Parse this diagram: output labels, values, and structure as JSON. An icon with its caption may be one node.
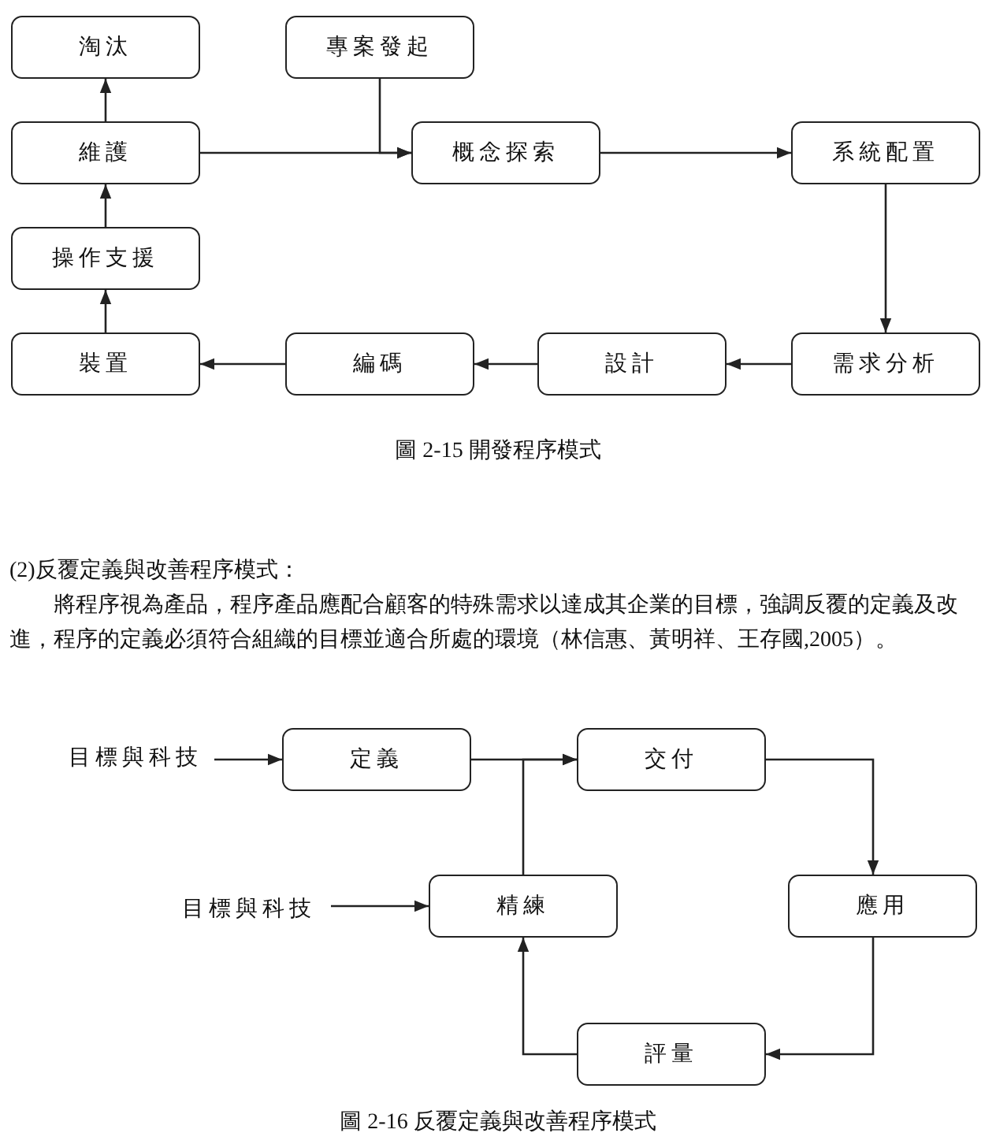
{
  "diagram": {
    "nodes": [
      {
        "text": [
          "淘汰"
        ]
      },
      {
        "text": [
          "專案發起"
        ]
      },
      {
        "text": [
          "維護"
        ]
      },
      {
        "text": [
          "概念探索"
        ]
      },
      {
        "text": [
          "系統配置"
        ]
      },
      {
        "text": [
          "操作支援"
        ]
      },
      {
        "text": [
          "裝置"
        ]
      },
      {
        "text": [
          "編碼"
        ]
      },
      {
        "text": [
          "設計"
        ]
      },
      {
        "text": [
          "需求分析"
        ]
      },
      {
        "text": [
          "目標與科技"
        ]
      },
      {
        "text": [
          "定義"
        ]
      },
      {
        "text": [
          "交付"
        ]
      },
      {
        "text": [
          "目標與科技"
        ]
      },
      {
        "text": [
          "精練"
        ]
      },
      {
        "text": [
          "應用"
        ]
      },
      {
        "text": [
          "評量"
        ]
      }
    ],
    "edges": [
      {
        "from": 2,
        "to": 0,
        "arrow": "to"
      },
      {
        "from": 1,
        "to": 3,
        "arrow": "to"
      },
      {
        "from": 2,
        "to": 3,
        "arrow": "to"
      },
      {
        "from": 3,
        "to": 4,
        "arrow": "to"
      },
      {
        "from": 5,
        "to": 2,
        "arrow": "to"
      },
      {
        "from": 4,
        "to": 9,
        "arrow": "to"
      },
      {
        "from": 6,
        "to": 5,
        "arrow": "to"
      },
      {
        "from": 7,
        "to": 6,
        "arrow": "to"
      },
      {
        "from": 8,
        "to": 7,
        "arrow": "to"
      },
      {
        "from": 9,
        "to": 8,
        "arrow": "to"
      },
      {
        "from": 10,
        "to": 11,
        "arrow": "to"
      },
      {
        "from": 11,
        "to": 12,
        "arrow": "to"
      },
      {
        "from": 14,
        "to": 12,
        "arrow": "to"
      },
      {
        "from": 13,
        "to": 14,
        "arrow": "to"
      },
      {
        "from": 12,
        "to": 15,
        "arrow": "to"
      },
      {
        "from": 15,
        "to": 16,
        "arrow": "to"
      },
      {
        "from": 16,
        "to": 14,
        "arrow": "to"
      }
    ],
    "labels": [
      "圖 2-15 開發程序模式",
      "(2)反覆定義與改善程序模式：",
      "將程序視為產品，程序產品應配合顧客的特殊需求以達成其企業的目標，強調反覆的定義及改進，程序的定義必須符合組織的目標並適合所處的環境（林信惠、黃明祥、王存國,2005）。",
      "圖 2-16 反覆定義與改善程序模式"
    ]
  }
}
